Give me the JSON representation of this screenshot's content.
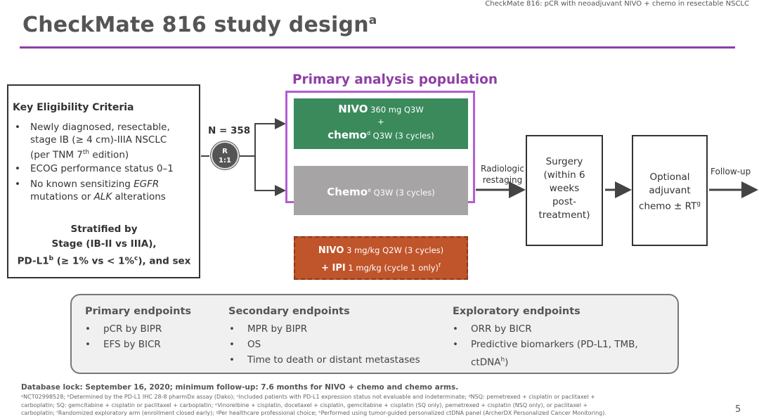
{
  "header_note": "CheckMate 816: pCR with neoadjuvant NIVO + chemo in resectable NSCLC",
  "title": "CheckMate 816 study design",
  "title_sup": "a",
  "eligibility": {
    "title": "Key Eligibility Criteria",
    "b1_l1": "Newly diagnosed, resectable,",
    "b1_l2": "stage IB (≥ 4 cm)-IIIA NSCLC",
    "b1_l3a": "(per TNM 7",
    "b1_l3sup": "th",
    "b1_l3b": " edition)",
    "b2": "ECOG performance status 0–1",
    "b3_l1a": "No known sensitizing ",
    "b3_l1i": "EGFR",
    "b3_l2a": "mutations or ",
    "b3_l2i": "ALK",
    "b3_l2b": " alterations",
    "strat_l1": "Stratified by",
    "strat_l2": "Stage (IB-II vs IIIA),",
    "strat_l3a": "PD-L1",
    "strat_l3sup1": "b",
    "strat_l3b": " (≥ 1% vs < 1%",
    "strat_l3sup2": "c",
    "strat_l3c": "), and sex"
  },
  "randomization": {
    "n": "N = 358",
    "r": "R",
    "ratio": "1:1"
  },
  "primary_population_label": "Primary analysis population",
  "arms": {
    "nivo_l1a": "NIVO",
    "nivo_l1b": " 360 mg Q3W",
    "nivo_plus": "+",
    "nivo_l3a": "chemo",
    "nivo_l3sup": "d",
    "nivo_l3b": " Q3W (3 cycles)",
    "chemo_a": "Chemo",
    "chemo_sup": "e",
    "chemo_b": " Q3W (3 cycles)",
    "expl_l1a": "NIVO",
    "expl_l1b": " 3 mg/kg Q2W (3 cycles)",
    "expl_l2a": "+ IPI",
    "expl_l2b": " 1 mg/kg (cycle 1 only)",
    "expl_l2sup": "f"
  },
  "flow": {
    "restaging_l1": "Radiologic",
    "restaging_l2": "restaging",
    "surgery_l1": "Surgery",
    "surgery_l2": "(within 6",
    "surgery_l3": "weeks",
    "surgery_l4": "post-",
    "surgery_l5": "treatment)",
    "adj_l1": "Optional",
    "adj_l2": "adjuvant",
    "adj_l3a": "chemo ± RT",
    "adj_l3sup": "g",
    "followup": "Follow-up"
  },
  "endpoints": {
    "primary_title": "Primary endpoints",
    "primary": [
      "pCR by BIPR",
      "EFS by BICR"
    ],
    "secondary_title": "Secondary endpoints",
    "secondary": [
      "MPR by BIPR",
      "OS",
      "Time to death or distant metastases"
    ],
    "exploratory_title": "Exploratory endpoints",
    "exploratory_1": "ORR by BICR",
    "exploratory_2_l1": "Predictive biomarkers (PD-L1, TMB,",
    "exploratory_2_l2a": "ctDNA",
    "exploratory_2_sup": "h",
    "exploratory_2_l2b": ")"
  },
  "database_lock": "Database lock: September 16, 2020; minimum follow-up: 7.6 months for NIVO + chemo and chemo arms.",
  "footnotes": {
    "l1": "ᵃNCT02998528; ᵇDetermined by the PD-L1 IHC 28-8 pharmDx assay (Dako); ᶜIncluded patients with PD-L1 expression status not evaluable and indeterminate; ᵈNSQ: pemetrexed + cisplatin or paclitaxel +",
    "l2": "carboplatin; SQ: gemcitabine + cisplatin or paclitaxel + carboplatin; ᵉVinorelbine + cisplatin, docetaxel + cisplatin, gemcitabine + cisplatin (SQ only), pemetrexed + cisplatin (NSQ only), or paclitaxel +",
    "l3": "carboplatin; ᶠRandomized exploratory arm (enrollment closed early); ᵍPer healthcare professional choice; ʰPerformed using tumor-guided personalized ctDNA panel (ArcherDX Personalized Cancer Monitoring)."
  },
  "page_number": "5",
  "colors": {
    "accent": "#8e3fa6",
    "nivo_arm": "#3a8a5c",
    "chemo_arm": "#a6a4a4",
    "exploratory_arm": "#c0542a"
  },
  "bullet": "•"
}
